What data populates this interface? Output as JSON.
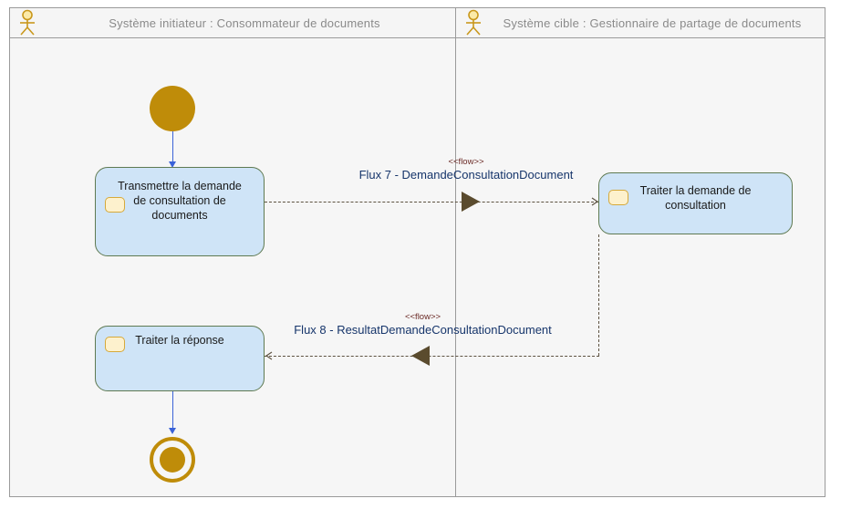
{
  "diagram": {
    "type": "uml-activity-diagram",
    "colors": {
      "canvas": "#f6f6f6",
      "frame_border": "#9a9a9a",
      "header_band": "#f5f5f5",
      "header_text": "#8a8a8a",
      "activity_fill": "#cfe4f7",
      "activity_border": "#5f7a52",
      "node_gold": "#bf8c09",
      "control_flow": "#3a62d8",
      "object_flow": "#5d5241",
      "arrowhead": "#5a4b2e",
      "flow_label": "#16356b",
      "stereotype": "#6b2b27",
      "icon_fill": "#fdf1cd",
      "icon_border": "#d6a93a"
    },
    "partitions": [
      {
        "id": "left",
        "title": "Système initiateur : Consommateur de documents"
      },
      {
        "id": "right",
        "title": "Système cible : Gestionnaire de partage de documents"
      }
    ],
    "nodes": [
      {
        "id": "initial",
        "kind": "initial-node",
        "partition": "left"
      },
      {
        "id": "act1",
        "kind": "activity",
        "partition": "left",
        "label": "Transmettre la demande de consultation de documents"
      },
      {
        "id": "act2",
        "kind": "activity",
        "partition": "right",
        "label": "Traiter la demande de consultation"
      },
      {
        "id": "act3",
        "kind": "activity",
        "partition": "left",
        "label": "Traiter la réponse"
      },
      {
        "id": "final",
        "kind": "final-node",
        "partition": "left"
      }
    ],
    "flows": [
      {
        "id": "flux7",
        "stereotype": "<<flow>>",
        "name": "Flux 7 - DemandeConsultationDocument",
        "from": "act1",
        "to": "act2",
        "direction": "left-to-right",
        "style": "dashed"
      },
      {
        "id": "flux8",
        "stereotype": "<<flow>>",
        "name": "Flux 8 - ResultatDemandeConsultationDocument",
        "from": "act2",
        "to": "act3",
        "direction": "right-to-left",
        "style": "dashed"
      }
    ],
    "icons": {
      "actor": "actor-stick-figure-icon",
      "activity_marker": "rounded-rectangle-icon"
    }
  }
}
